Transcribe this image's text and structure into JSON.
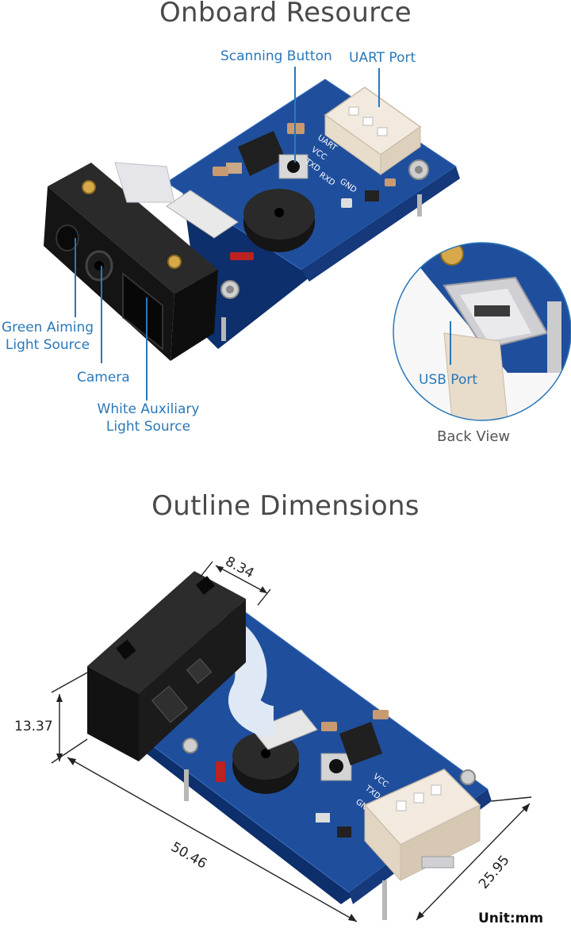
{
  "section_top": {
    "title": "Onboard Resource"
  },
  "section_bottom": {
    "title": "Outline Dimensions"
  },
  "callouts": {
    "scanning_button": "Scanning Button",
    "uart_port": "UART Port",
    "green_aiming_1": "Green Aiming",
    "green_aiming_2": "Light Source",
    "camera": "Camera",
    "white_aux_1": "White Auxiliary",
    "white_aux_2": "Light Source",
    "usb_port": "USB Port"
  },
  "back_view": {
    "caption": "Back View"
  },
  "silkscreen": {
    "uart": "UART",
    "vcc": "VCC",
    "txd": "TXD",
    "rxd": "RXD",
    "gnd": "GND"
  },
  "dimensions": {
    "depth": "8.34",
    "height": "13.37",
    "length": "50.46",
    "width": "25.95",
    "unit": "Unit:mm"
  },
  "colors": {
    "pcb_blue": "#1f4f9c",
    "callout_blue": "#2b78b8",
    "module_black": "#1a1a1a",
    "connector_white": "#efe6d8"
  }
}
